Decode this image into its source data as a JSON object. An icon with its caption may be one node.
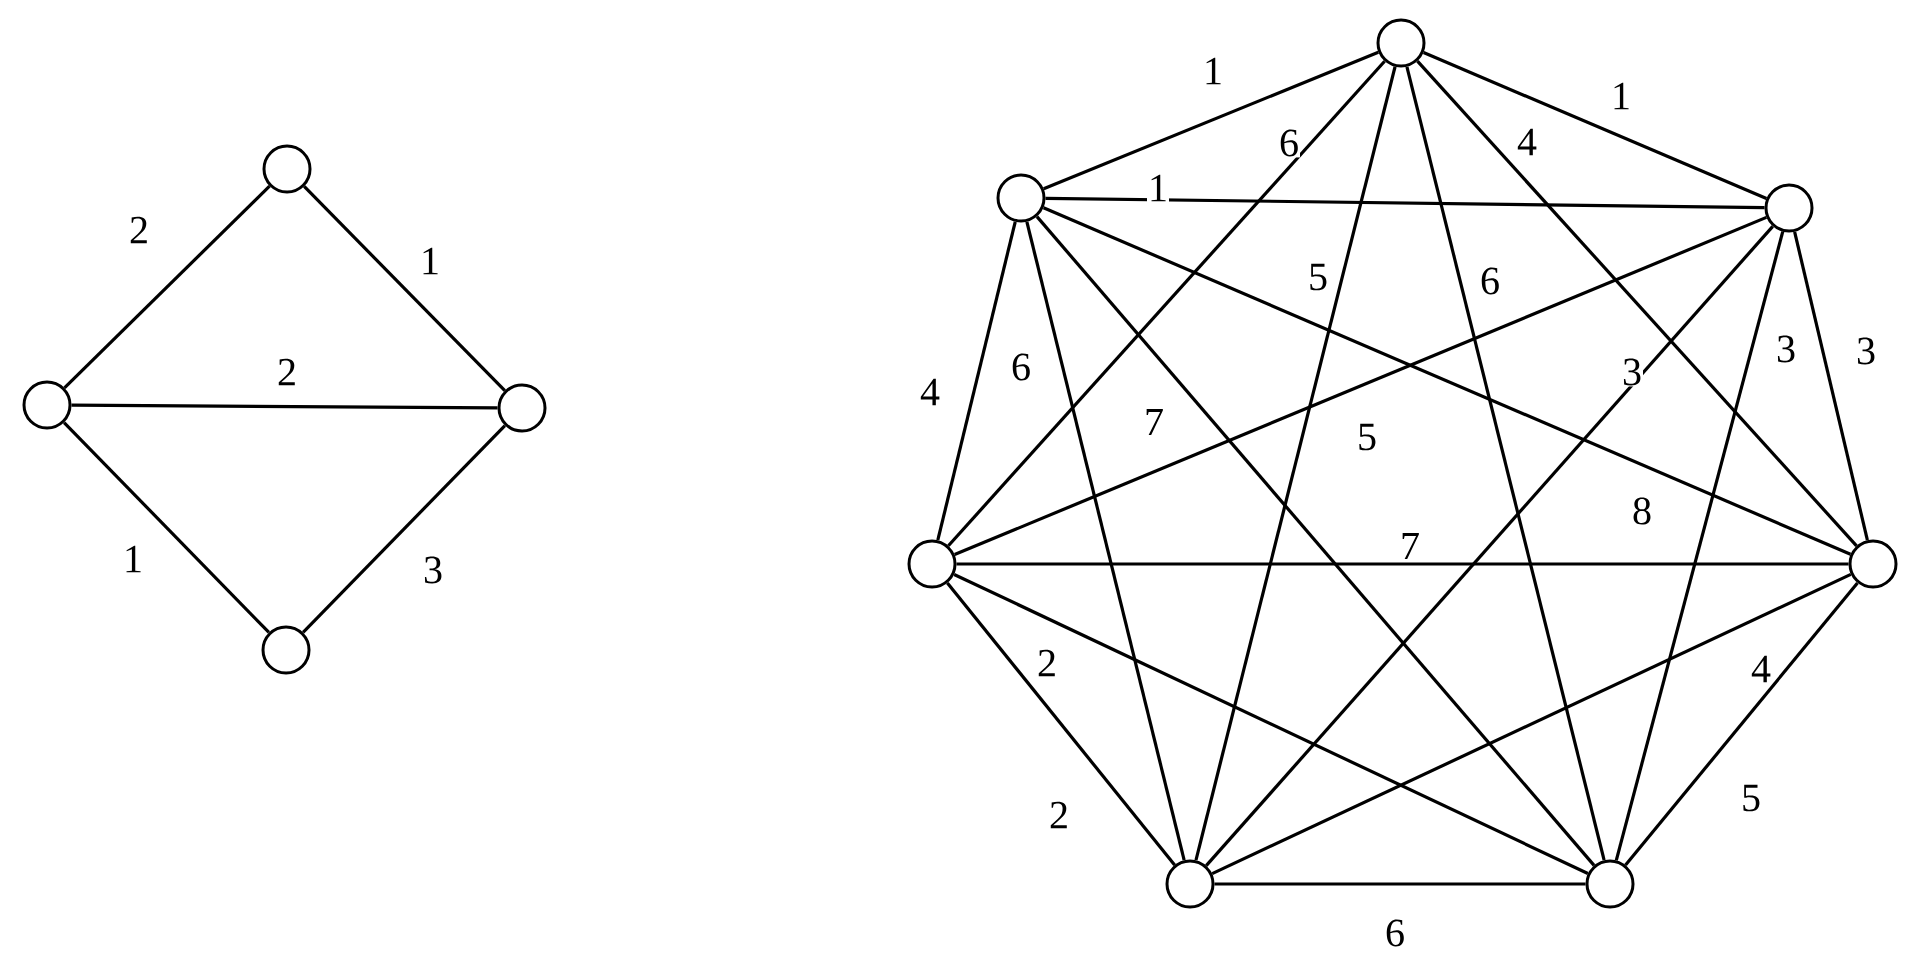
{
  "diagram": {
    "nodes": [
      {
        "text": [],
        "shape": "circle"
      },
      {
        "text": [],
        "shape": "circle"
      },
      {
        "text": [],
        "shape": "circle"
      },
      {
        "text": [],
        "shape": "circle"
      },
      {
        "text": [],
        "shape": "circle"
      },
      {
        "text": [],
        "shape": "circle"
      },
      {
        "text": [],
        "shape": "circle"
      },
      {
        "text": [],
        "shape": "circle"
      },
      {
        "text": [],
        "shape": "circle"
      },
      {
        "text": [],
        "shape": "circle"
      },
      {
        "text": [],
        "shape": "circle"
      }
    ],
    "edges": [
      {
        "from": 1,
        "to": 0,
        "label": "2",
        "arrow": "none"
      },
      {
        "from": 0,
        "to": 2,
        "label": "1",
        "arrow": "none"
      },
      {
        "from": 1,
        "to": 2,
        "label": "2",
        "arrow": "none"
      },
      {
        "from": 1,
        "to": 3,
        "label": "1",
        "arrow": "none"
      },
      {
        "from": 3,
        "to": 2,
        "label": "3",
        "arrow": "none"
      },
      {
        "from": 5,
        "to": 4,
        "label": "1",
        "arrow": "none"
      },
      {
        "from": 4,
        "to": 6,
        "label": "1",
        "arrow": "none"
      },
      {
        "from": 5,
        "to": 6,
        "label": "1",
        "arrow": "none"
      },
      {
        "from": 4,
        "to": 7,
        "label": "6",
        "arrow": "none"
      },
      {
        "from": 4,
        "to": 8,
        "label": "4",
        "arrow": "none"
      },
      {
        "from": 4,
        "to": 9,
        "label": "5",
        "arrow": "none"
      },
      {
        "from": 4,
        "to": 10,
        "label": "6",
        "arrow": "none"
      },
      {
        "from": 5,
        "to": 7,
        "label": "4",
        "arrow": "none"
      },
      {
        "from": 5,
        "to": 9,
        "label": "6",
        "arrow": "none"
      },
      {
        "from": 5,
        "to": 10,
        "label": "7",
        "arrow": "none"
      },
      {
        "from": 6,
        "to": 7,
        "label": "5",
        "arrow": "none"
      },
      {
        "from": 6,
        "to": 9,
        "label": "3",
        "arrow": "none"
      },
      {
        "from": 6,
        "to": 10,
        "label": "3",
        "arrow": "none"
      },
      {
        "from": 6,
        "to": 8,
        "label": "3",
        "arrow": "none"
      },
      {
        "from": 5,
        "to": 8,
        "label": "8",
        "arrow": "none"
      },
      {
        "from": 7,
        "to": 8,
        "label": "7",
        "arrow": "none"
      },
      {
        "from": 7,
        "to": 10,
        "label": "2",
        "arrow": "none"
      },
      {
        "from": 7,
        "to": 9,
        "label": "2",
        "arrow": "none"
      },
      {
        "from": 8,
        "to": 9,
        "label": "4",
        "arrow": "none"
      },
      {
        "from": 8,
        "to": 10,
        "label": "5",
        "arrow": "none"
      },
      {
        "from": 9,
        "to": 10,
        "label": "6",
        "arrow": "none"
      }
    ]
  }
}
